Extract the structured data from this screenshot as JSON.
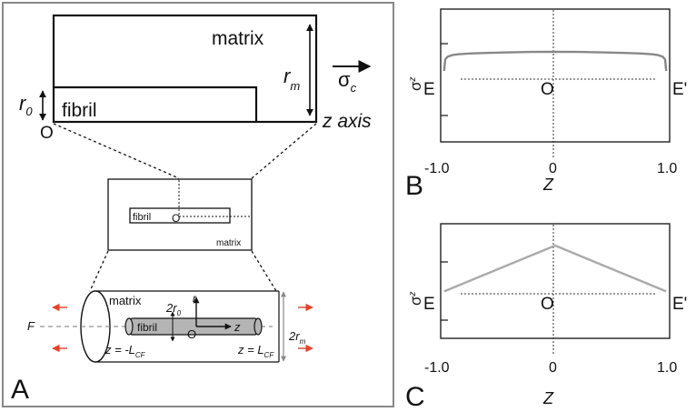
{
  "panel_a": {
    "label": "A",
    "top": {
      "matrix": "matrix",
      "rm": "r",
      "rm_sub": "m",
      "sigma": "σ",
      "sigma_sub": "c",
      "r0": "r",
      "r0_sub": "0",
      "fibril": "fibril",
      "origin": "O",
      "z_axis": "z axis"
    },
    "middle": {
      "fibril": "fibril",
      "origin": "O",
      "matrix": "matrix"
    },
    "bottom": {
      "matrix": "matrix",
      "two_r0": "2r",
      "two_r0_sub": "0",
      "r": "r",
      "fibril": "fibril",
      "z": "z",
      "origin": "O",
      "F": "F",
      "two_rm": "2r",
      "two_rm_sub": "m",
      "z_left": "z = -L",
      "z_left_sub": "CF",
      "z_right": "z = L",
      "z_right_sub": "CF"
    },
    "colors": {
      "fibril_fill": "#b4b4b4",
      "force_arrow": "#e8402a"
    }
  },
  "chart_data": [
    {
      "type": "line",
      "panel": "B",
      "ylabel": "σ",
      "ylabel_sub": "z",
      "xlabel": "Z",
      "x_ticks": [
        "-1.0",
        "0",
        "1.0"
      ],
      "xlim": [
        -1.0,
        1.0
      ],
      "series": [
        {
          "x": [
            -0.97,
            -0.96,
            -0.94,
            -0.9,
            -0.85,
            -0.75,
            -0.6,
            -0.4,
            -0.2,
            0,
            0.2,
            0.4,
            0.6,
            0.75,
            0.85,
            0.9,
            0.94,
            0.96,
            0.97
          ],
          "y": [
            0.3,
            0.72,
            0.82,
            0.88,
            0.91,
            0.94,
            0.96,
            0.98,
            0.995,
            1.0,
            0.995,
            0.98,
            0.96,
            0.94,
            0.91,
            0.88,
            0.82,
            0.72,
            0.3
          ],
          "color": "#888888"
        }
      ],
      "labels": {
        "left": "E",
        "right": "E'",
        "origin": "O"
      },
      "guides": {
        "vertical_dotted_at_x": 0,
        "horizontal_dotted_at_y": 0
      }
    },
    {
      "type": "line",
      "panel": "C",
      "ylabel": "σ",
      "ylabel_sub": "z",
      "xlabel": "Z",
      "x_ticks": [
        "-1.0",
        "0",
        "1.0"
      ],
      "xlim": [
        -1.0,
        1.0
      ],
      "series": [
        {
          "x": [
            -0.97,
            0,
            0.97
          ],
          "y": [
            0.05,
            1.0,
            0.05
          ],
          "color": "#aaaaaa"
        }
      ],
      "labels": {
        "left": "E",
        "right": "E'",
        "origin": "O"
      },
      "guides": {
        "vertical_dotted_at_x": 0,
        "horizontal_dotted_at_y": 0
      }
    }
  ]
}
